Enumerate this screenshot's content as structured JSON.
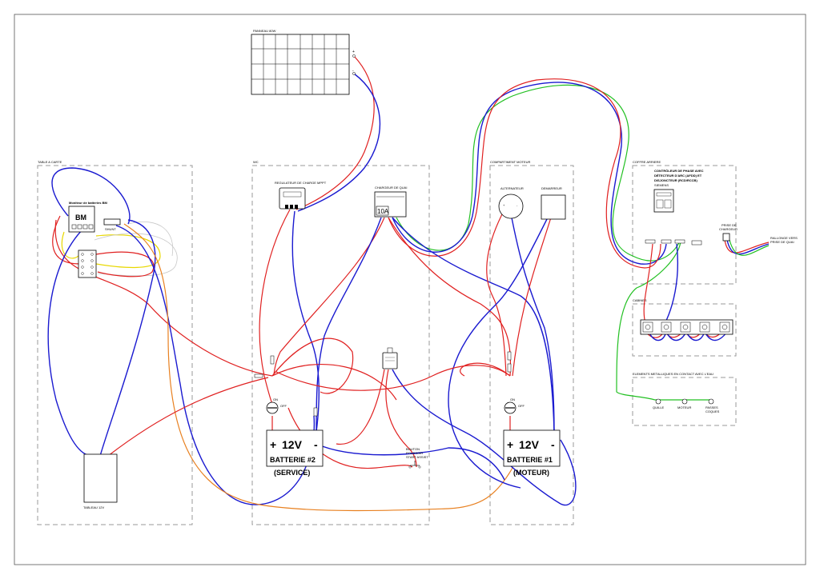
{
  "zones": {
    "table_a_carte": "TABLE A CARTE",
    "wc": "WC",
    "compartiment_moteur": "COMPARTIMENT MOTEUR",
    "coffre_arriere": "COFFRE ARRIERE",
    "cabines": "CABINES",
    "elements_metalliques": "ELEMENTS METALLIQUES EN CONTACT AVEC L'EAU"
  },
  "components": {
    "panneau": "PANNEAU 80W",
    "moniteur": "Moniteur de batteries BM",
    "bm": "BM",
    "shunt": "SHUNT",
    "tableau": "TABLEAU 12V",
    "regulateur": "REGULATEUR DE CHARGE MPPT",
    "chargeur": "CHARGEUR DE QUAI",
    "chargeur_rating": "10A",
    "alternateur": "ALTERNATEUR",
    "demarreur": "DEMARREUR",
    "controleur_l1": "CONTRÔLEUR DE PHASE AVEC",
    "controleur_l2": "DÉTECTEUR D'ARC (AFDD) ET",
    "controleur_l3": "DISJONCTEUR (RCD/RCCB)",
    "controleur_brand": "SIEMENS",
    "prise_l1": "PRISE DE",
    "prise_l2": "CHARGEUR",
    "rallonge_l1": "RALLONGE VERS",
    "rallonge_l2": "PRISE DE QUAI",
    "bouton_l1": "BOUTON",
    "bouton_l2": "POUSSOIR",
    "bouton_l3": "START ASSIST",
    "quille": "QUILLE",
    "moteur": "MOTEUR",
    "passes_l1": "PASSES",
    "passes_l2": "COQUES",
    "batterie2": {
      "plus": "+",
      "volt": "12V",
      "minus": "-",
      "name": "BATTERIE #2",
      "role": "(SERVICE)"
    },
    "batterie1": {
      "plus": "+",
      "volt": "12V",
      "minus": "-",
      "name": "BATTERIE #1",
      "role": "(MOTEUR)"
    },
    "on": "ON",
    "off": "OFF",
    "plus": "+",
    "minus": "-"
  },
  "wire_colors": {
    "positive": "#e02020",
    "negative": "#1a1ad0",
    "earth": "#22c022",
    "accessory": "#e88020",
    "signal": "#e8d800"
  }
}
